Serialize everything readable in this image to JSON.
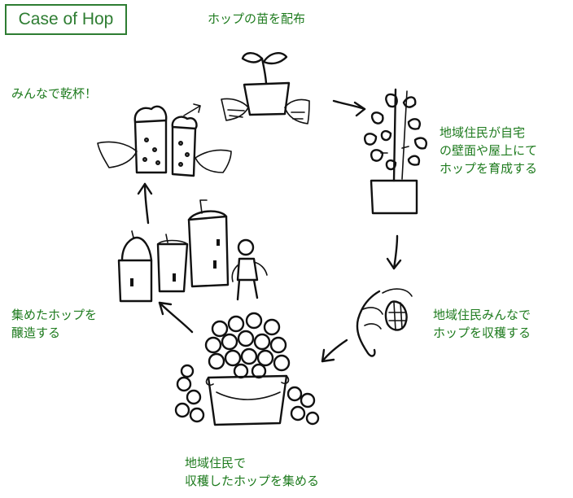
{
  "title": "Case of Hop",
  "colors": {
    "text": "#1e7b1e",
    "title_border": "#2e7d32",
    "ink": "#111111"
  },
  "steps": {
    "distribute": {
      "lines": [
        "ホップの苗を配布"
      ]
    },
    "grow": {
      "lines": [
        "地域住民が自宅",
        "の壁面や屋上にて",
        "ホップを育成する"
      ]
    },
    "harvest": {
      "lines": [
        "地域住民みんなで",
        "ホップを収穫する"
      ]
    },
    "collect": {
      "lines": [
        "地域住民で",
        "収穫したホップを集める"
      ]
    },
    "brew": {
      "lines": [
        "集めたホップを",
        "醸造する"
      ]
    },
    "cheers": {
      "lines": [
        "みんなで乾杯！"
      ]
    }
  }
}
